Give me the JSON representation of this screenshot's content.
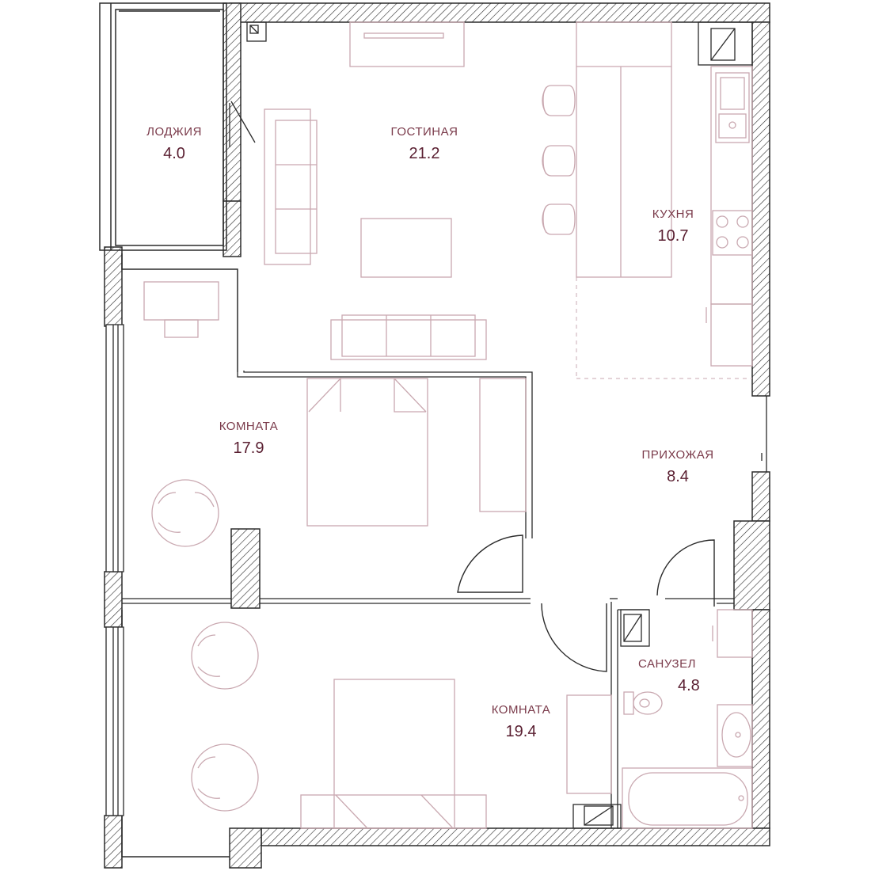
{
  "colors": {
    "wall": "#2b2b2b",
    "furniture": "#c9a8b0",
    "label": "#7a3a4a",
    "area": "#5a1f31",
    "dashed": "#d3b9c0"
  },
  "rooms": [
    {
      "id": "loggia",
      "name": "ЛОДЖИЯ",
      "area": "4.0"
    },
    {
      "id": "living",
      "name": "ГОСТИНАЯ",
      "area": "21.2"
    },
    {
      "id": "kitchen",
      "name": "КУХНЯ",
      "area": "10.7"
    },
    {
      "id": "room1",
      "name": "КОМНАТА",
      "area": "17.9"
    },
    {
      "id": "hall",
      "name": "ПРИХОЖАЯ",
      "area": "8.4"
    },
    {
      "id": "bath",
      "name": "САНУЗЕЛ",
      "area": "4.8"
    },
    {
      "id": "room2",
      "name": "КОМНАТА",
      "area": "19.4"
    }
  ]
}
